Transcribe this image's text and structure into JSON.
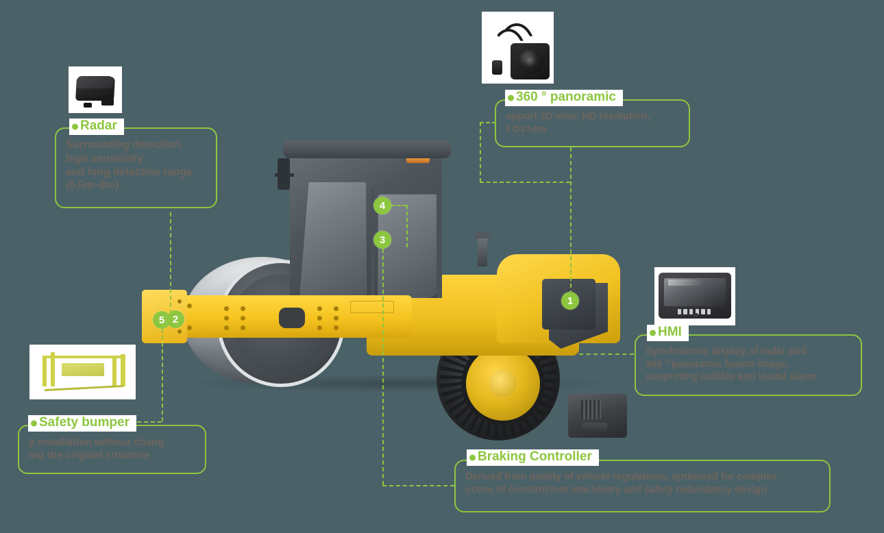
{
  "diagram": {
    "title": "Road Roller Safety System Component Diagram",
    "accent_color": "#8dc63f",
    "background_color": "#4b6168",
    "machine_color": "#f1c222",
    "text_color": "#6e655c"
  },
  "markers": [
    {
      "id": "1",
      "number": "1",
      "name": "marker-1-radar"
    },
    {
      "id": "2",
      "number": "2",
      "name": "marker-2-bumper"
    },
    {
      "id": "3",
      "number": "3",
      "name": "marker-3-hmi"
    },
    {
      "id": "4",
      "number": "4",
      "name": "marker-4-camera"
    },
    {
      "id": "5",
      "number": "5",
      "name": "marker-5-braking"
    }
  ],
  "callouts": {
    "radar": {
      "title": "Radar",
      "body": "Surrounding detection,\nhigh sensitivity\nand long detection range\n(0.5m~8m)."
    },
    "panoramic": {
      "title": "360 ° panoramic",
      "body": "upport 3D view, HD resolution,\nFOV>4m"
    },
    "hmi": {
      "title": "HMI",
      "body": "Synchronous display of radar and\n360 ° panoramic fusion image,\nsupporting audible and visual alarm"
    },
    "bumper": {
      "title": "Safety bumper",
      "body": "y installation without chang\ning the original structure"
    },
    "braking": {
      "title": "Braking Controller",
      "body": "Derived from quality of vehicle regulations, optimized for complex\nscene of construction machinery and safety redundancy design"
    }
  },
  "thumbnails": {
    "radar": "radar-module-image",
    "camera": "panoramic-camera-image",
    "hmi": "hmi-display-image",
    "bumper": "safety-bumper-image",
    "braking": "braking-controller-image"
  },
  "machine": {
    "name": "road-roller",
    "parts": [
      "drum",
      "frame-arm",
      "bumper-head",
      "chassis",
      "cab",
      "engine-hood",
      "counterweight",
      "rear-tire",
      "exhaust"
    ]
  }
}
